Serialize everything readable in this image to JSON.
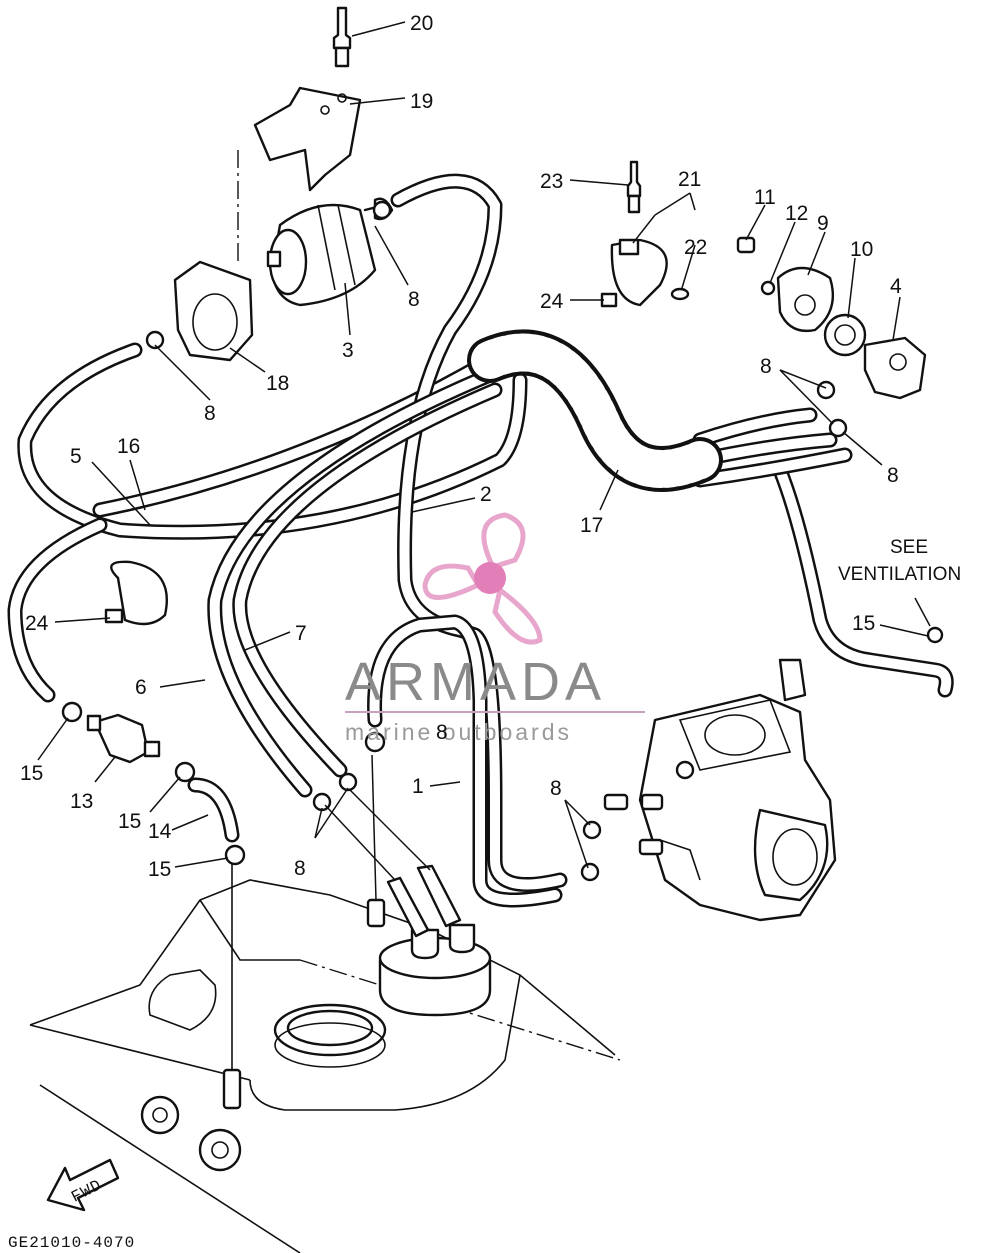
{
  "callouts": {
    "c1": "1",
    "c2": "2",
    "c3": "3",
    "c4": "4",
    "c5": "5",
    "c6": "6",
    "c7": "7",
    "c8a": "8",
    "c8b": "8",
    "c8c": "8",
    "c8d": "8",
    "c8e": "8",
    "c8f": "8",
    "c8g": "8",
    "c9": "9",
    "c10": "10",
    "c11": "11",
    "c12": "12",
    "c13": "13",
    "c14": "14",
    "c15a": "15",
    "c15b": "15",
    "c15c": "15",
    "c15d": "15",
    "c16": "16",
    "c17": "17",
    "c18": "18",
    "c19": "19",
    "c20": "20",
    "c21": "21",
    "c22": "22",
    "c23": "23",
    "c24a": "24",
    "c24b": "24"
  },
  "note": {
    "line1": "SEE",
    "line2": "VENTILATION"
  },
  "fwd_arrow_label": "FWD",
  "diagram_code": "GE21010-4070",
  "watermark": {
    "brand": "ARMADA",
    "tagline": "marine outboards",
    "logo_color": "#e8a6cc",
    "hub_color": "#e27fb8"
  }
}
